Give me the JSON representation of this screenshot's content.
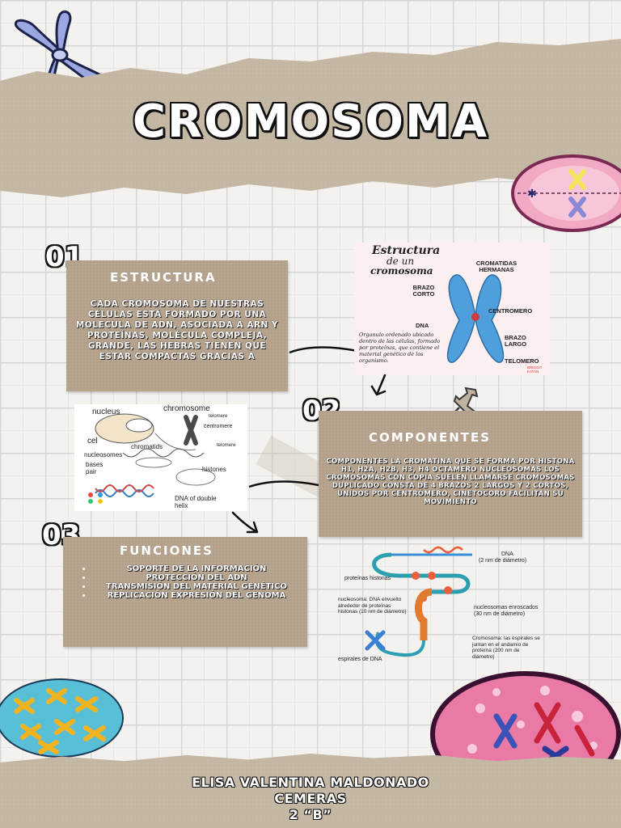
{
  "title": "CROMOSOMA",
  "sections": [
    {
      "number": "01",
      "heading": "ESTRUCTURA",
      "text": "CADA CROMOSOMA DE NUESTRAS CÉLULAS ESTÁ FORMADO POR UNA MOLECULA DE ADN, ASOCIADA A ARN Y PROTEÍNAS, MOLÉCULA COMPLEJA, GRANDE, LAS HEBRAS TIENEN QUE ESTAR COMPACTAS GRACIAS A"
    },
    {
      "number": "02",
      "heading": "COMPONENTES",
      "text": "COMPONENTES  LA CROMATINA QUE SE FORMA POR HISTONA  H1, H2A, H2B, H3, H4 OCTAMERO NUCLEOSOMAS LOS CROMOSOMAS CON COPIA SUELEN LLAMARSE CROMOSOMAS DUPLICADO CONSTA DE 4 BRAZOS 2 LARGOS Y 2 CORTOS, UNIDOS POR CENTRÓMERO, CINETOCORO  FACILITAN SU MOVIMIENTO"
    },
    {
      "number": "03",
      "heading": "FUNCIONES",
      "bullets": [
        "SOPORTE DE LA INFORMACIÓN",
        "PROTECCIÓN DEL ADN",
        "TRANSMISIÓN DEL MATERIAL GENÉTICO",
        "REPLICACIÓN EXPRESIÓN DEL GENOMA"
      ]
    }
  ],
  "diagram_structure": {
    "title_line1": "Estructura",
    "title_line2": "de un",
    "title_line3": "cromosoma",
    "labels": {
      "cromatidas": "CROMATIDAS HERMANAS",
      "brazo_corto": "BRAZO CORTO",
      "centromero": "CENTROMERO",
      "dna": "DNA",
      "brazo_largo": "BRAZO LARGO",
      "telomero": "TELOMERO"
    },
    "caption": "Organulo ordenado ubicado dentro de las células, formado por proteínas, que contiene el material genético de los organismo.",
    "credit": "BRIGGIT KATAN"
  },
  "diagram_nucleus": {
    "labels": {
      "nucleus": "nucleus",
      "chromosome": "chromosome",
      "telomere_top": "telomere",
      "centromere": "centromere",
      "cell": "cel",
      "chromatids": "chromatids",
      "telomere_mid": "telomere",
      "nucleosomes": "nucleosomes",
      "histones": "histones",
      "bases_pair": "bases pair",
      "dna_helix": "DNA of double helix"
    }
  },
  "diagram_dna": {
    "labels": {
      "dna": "DNA",
      "dna_sub": "(2 nm de diámetro)",
      "proteinas": "proteínas histonas",
      "nucleosoma": "nucleosoma: DNA envuelto alrededor de proteínas histonas (10 nm de diámetro)",
      "nucleosomas_enroscados": "nucleosomas enroscados (30 nm de diámetro)",
      "cromosoma": "Cromosoma: las espirales se juntan en el andamio de proteína (200 nm de diámetro)",
      "espirales": "espirales de DNA"
    }
  },
  "footer": {
    "name_line1": "ELISA VALENTINA MALDONADO",
    "name_line2": "CEMERAS",
    "grade": "2 “B”"
  },
  "colors": {
    "paper": "#c3b6a2",
    "box": "#b7a48f",
    "chromosome_blue": "#5aa7d8",
    "cell_pink": "#e97aa6"
  }
}
